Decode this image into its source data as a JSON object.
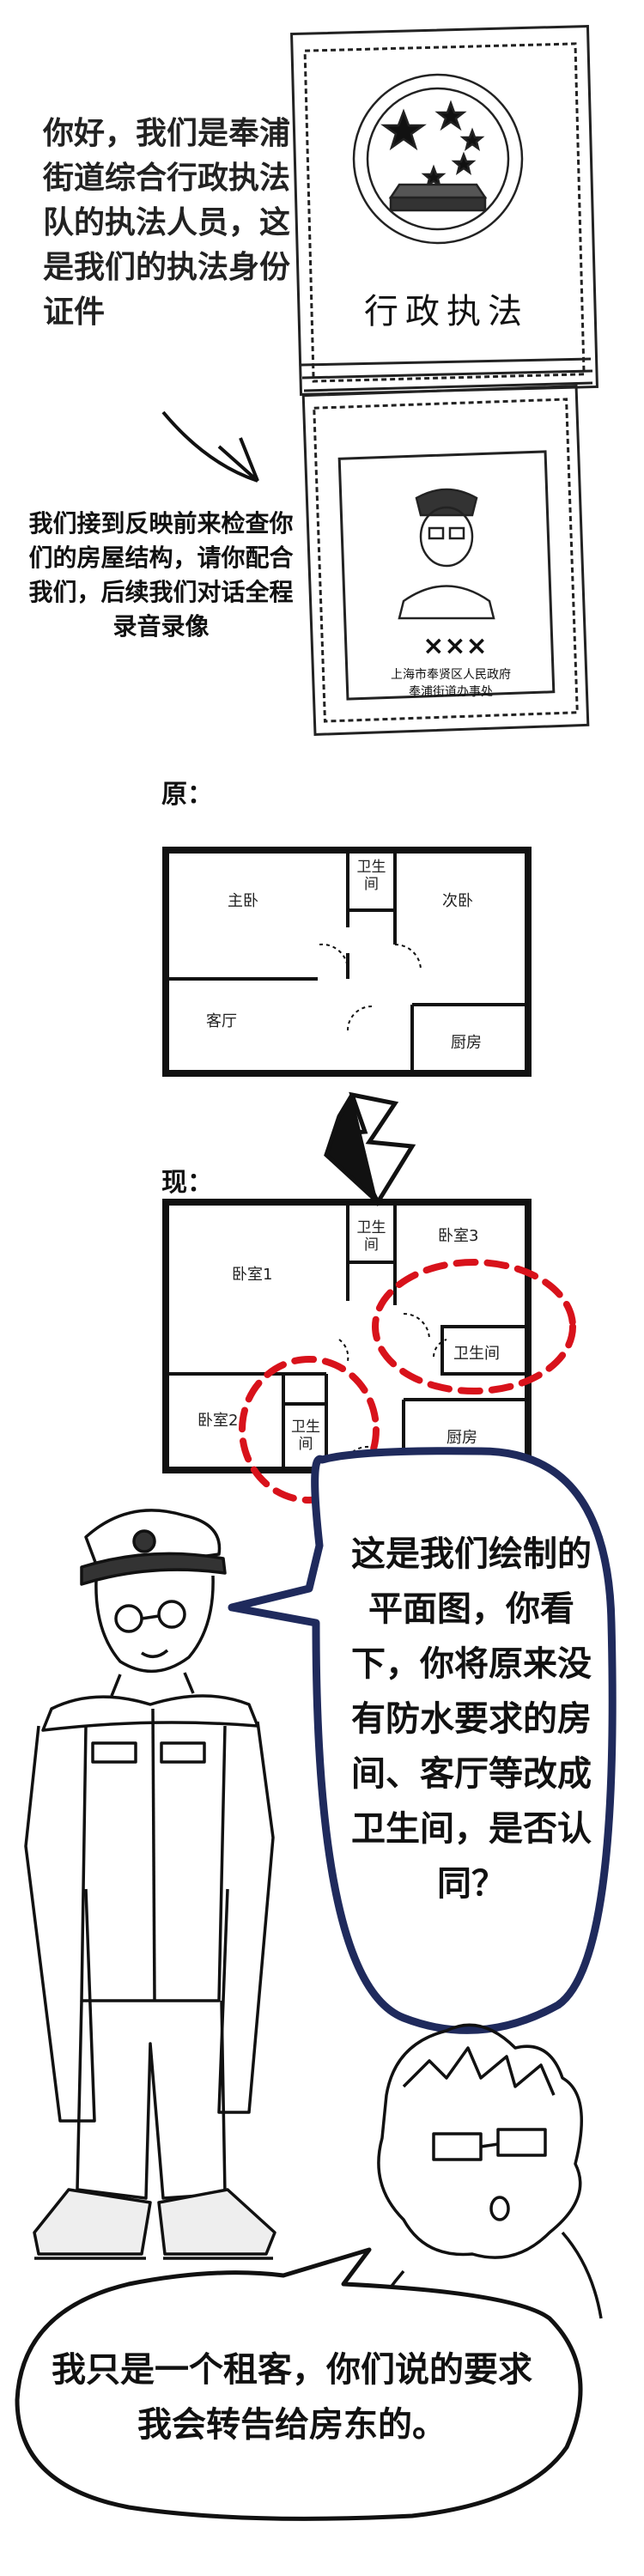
{
  "intro_text": "你好，我们是奉浦街道综合行政执法队的执法人员，这是我们的执法身份证件",
  "notice_text": "我们接到反映前来检查你们的房屋结构，请你配合我们，后续我们对话全程录音录像",
  "id_card": {
    "title": "行政执法",
    "holder_name": "×××",
    "issuer_line1": "上海市奉贤区人民政府",
    "issuer_line2": "奉浦街道办事处"
  },
  "plan_original": {
    "label": "原：",
    "rooms": {
      "master": "主卧",
      "bath": "卫生间",
      "second": "次卧",
      "living": "客厅",
      "kitchen": "厨房"
    }
  },
  "plan_current": {
    "label": "现：",
    "rooms": {
      "bedroom1": "卧室1",
      "bath1": "卫生间",
      "bedroom3": "卧室3",
      "bath2": "卫生间",
      "bedroom2": "卧室2",
      "bath3": "卫生间",
      "kitchen": "厨房"
    }
  },
  "officer_speech": "这是我们绘制的平面图，你看下，你将原来没有防水要求的房间、客厅等改成卫生间，是否认同？",
  "tenant_speech": "我只是一个租客，你们说的要求我会转告给房东的。",
  "colors": {
    "ink": "#111111",
    "bubble_border": "#1f2a5c",
    "highlight_red": "#d8121b"
  }
}
